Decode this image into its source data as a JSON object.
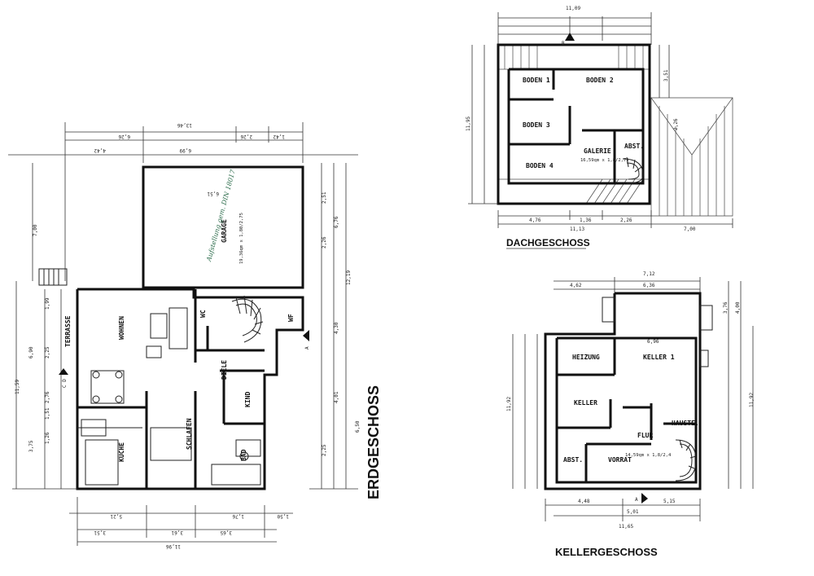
{
  "titles": {
    "ground": "ERDGESCHOSS",
    "attic": "DACHGESCHOSS",
    "basement": "KELLERGESCHOSS"
  },
  "ground_rooms": {
    "wohnen": "WOHNEN",
    "terrasse": "TERRASSE",
    "kueche": "KÜCHE",
    "schlafen": "SCHLAFEN",
    "bad": "BAD",
    "kind": "KIND",
    "diele": "DIELE",
    "wc": "WC",
    "wf": "WF",
    "garage": "GARAGE",
    "garage_area": "19,36qm x 1,80/2,75",
    "garage_note": "Aufstellung gem. DIN 18017"
  },
  "attic_rooms": {
    "boden1": "BODEN 1",
    "boden2": "BODEN 2",
    "boden3": "BODEN 3",
    "boden4": "BODEN 4",
    "galerie": "GALERIE",
    "galerie_area": "16,59qm x 1,8/2,75",
    "abst": "ABST."
  },
  "basement_rooms": {
    "heizung": "HEIZUNG",
    "keller1": "KELLER 1",
    "keller": "KELLER",
    "flur": "FLUR",
    "hauste": "HAUSTE.",
    "abst": "ABST.",
    "vorrat": "VORRAT",
    "flur_area": "14,59qm x 1,8/2,4"
  },
  "ground_dims": {
    "top_total": "13,46",
    "top_a": "6,99",
    "top_b": "4,42",
    "top_c": "6,26",
    "top_d": "2,26",
    "top_e": "1,42",
    "garage_width": "6,51",
    "bottom_total": "11,96",
    "bottom_a": "3,51",
    "bottom_b": "3,65",
    "bottom_c": "1,76",
    "bottom_d": "1,50",
    "bottom_e": "5,21",
    "bottom_f": "3,61",
    "left_total": "11,59",
    "left_a": "7,00",
    "left_b": "6,90",
    "left_c": "1,99",
    "left_d": "3,75",
    "left_e": "1,26",
    "left_f": "1,51",
    "left_g": "2,76",
    "left_h": "2,25",
    "right_total": "12,19",
    "right_a": "6,76",
    "right_b": "6,50",
    "right_c": "4,01",
    "right_d": "2,26",
    "right_e": "2,51",
    "right_f": "4,30",
    "right_g": "2,25"
  },
  "attic_dims": {
    "top_total": "11,09",
    "left_total": "11,95",
    "bottom_total": "11,13",
    "bottom_a": "4,76",
    "bottom_b": "1,36",
    "bottom_c": "2,26",
    "bottom_d": "7,00",
    "right_a": "3,51",
    "right_b": "2,26"
  },
  "basement_dims": {
    "top_total": "7,12",
    "top_a": "6,36",
    "top_b": "4,62",
    "keller1_width": "6,96",
    "bottom_total": "11,65",
    "bottom_a": "4,48",
    "bottom_b": "5,15",
    "bottom_c": "5,01",
    "left_total": "11,92",
    "right_total": "11,92",
    "right_a": "4,00",
    "right_b": "3,76"
  },
  "section_marks": {
    "ground_left": "C D",
    "ground_right": "A",
    "attic_top": "B",
    "basement_bottom": "A"
  }
}
